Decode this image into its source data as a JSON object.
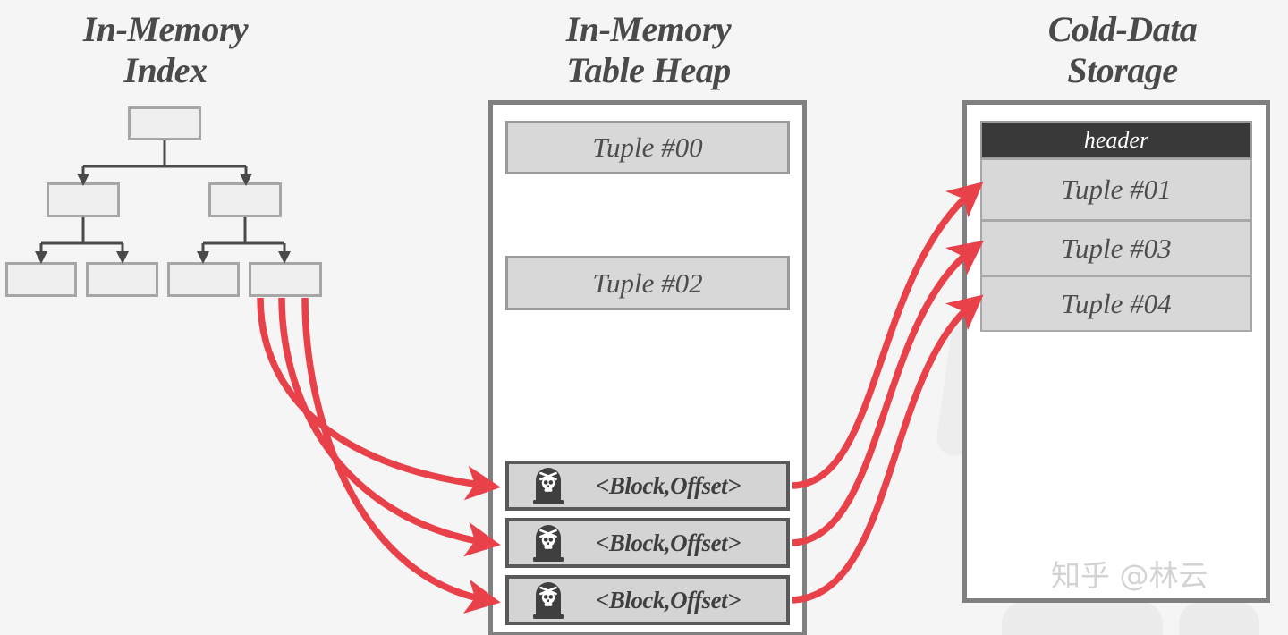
{
  "titles": {
    "index": "In-Memory\nIndex",
    "heap": "In-Memory\nTable Heap",
    "cold": "Cold-Data\nStorage"
  },
  "colors": {
    "background": "#f5f5f5",
    "arrow_red": "#e8414a",
    "panel_border": "#808080",
    "node_fill": "#efefef",
    "node_border": "#a6a6a6",
    "tuple_fill": "#d8d8d8",
    "tombstone_dark": "#3f3f3f",
    "header_bar": "#393939",
    "title_text": "#4a4a4a",
    "watermark": "#d3d3d3"
  },
  "index_tree": {
    "root": {
      "label": ""
    },
    "internal": [
      {
        "label": ""
      },
      {
        "label": ""
      }
    ],
    "leaves": [
      {
        "label": ""
      },
      {
        "label": ""
      },
      {
        "label": ""
      },
      {
        "label": ""
      }
    ]
  },
  "heap": {
    "tuples": [
      {
        "label": "Tuple #00"
      },
      {
        "label": "Tuple #02"
      }
    ],
    "tombstones": [
      {
        "icon": "tombstone-icon",
        "label": "<Block,Offset>"
      },
      {
        "icon": "tombstone-icon",
        "label": "<Block,Offset>"
      },
      {
        "icon": "tombstone-icon",
        "label": "<Block,Offset>"
      }
    ]
  },
  "cold_storage": {
    "header": "header",
    "tuples": [
      {
        "label": "Tuple #01"
      },
      {
        "label": "Tuple #03"
      },
      {
        "label": "Tuple #04"
      }
    ]
  },
  "watermark": {
    "text": "知乎 @林云"
  }
}
